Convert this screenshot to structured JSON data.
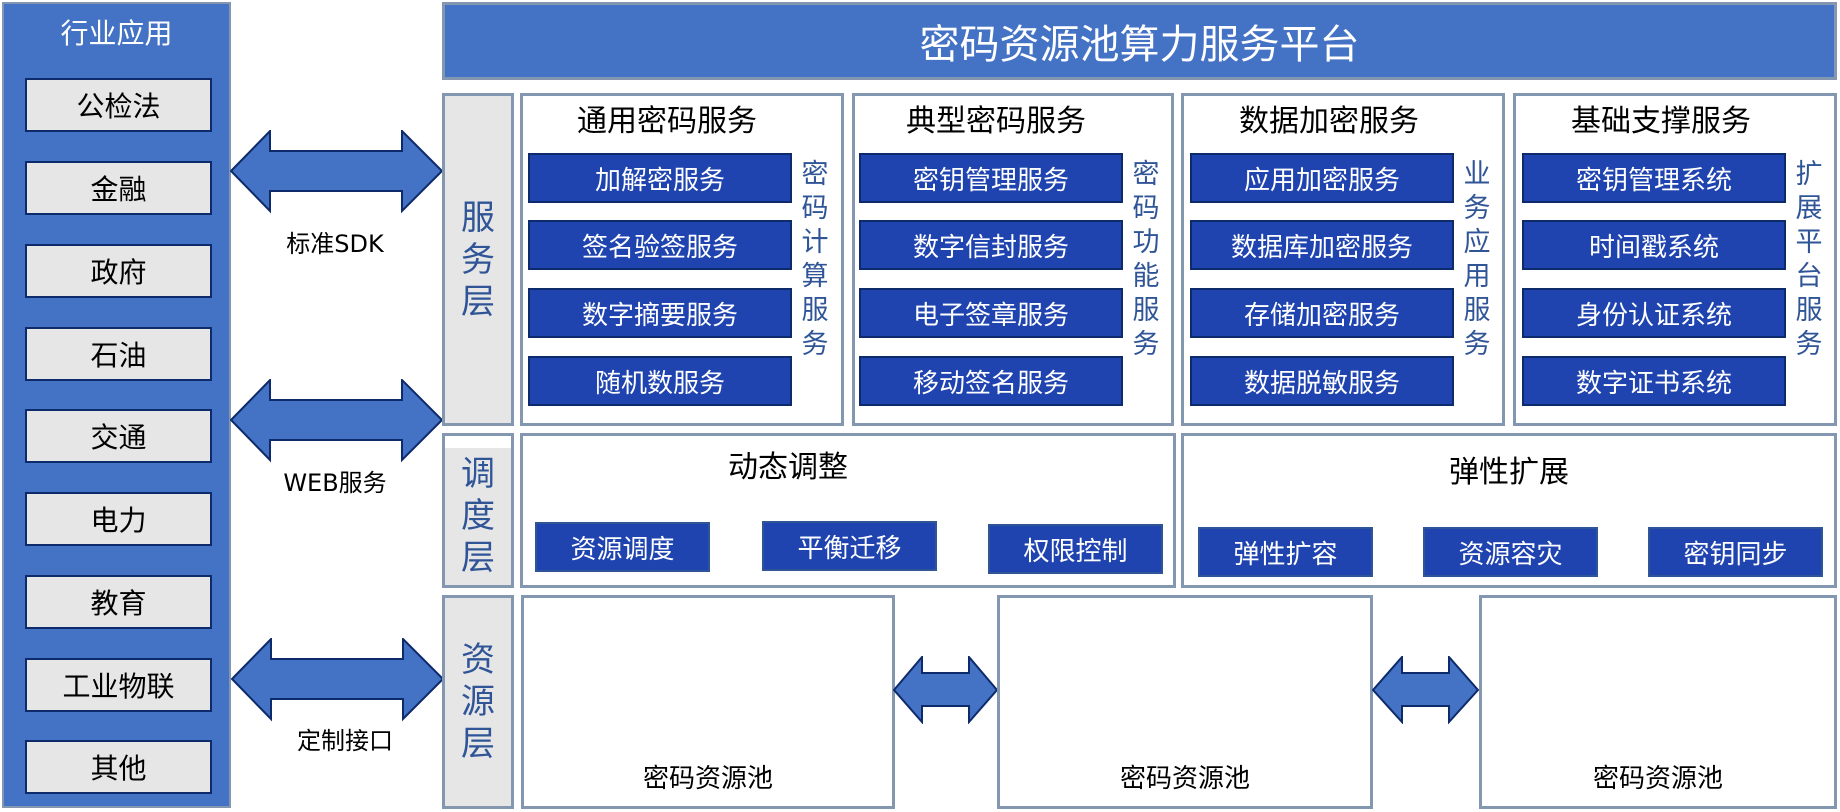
{
  "sidebar": {
    "title": "行业应用",
    "items": [
      "公检法",
      "金融",
      "政府",
      "石油",
      "交通",
      "电力",
      "教育",
      "工业物联",
      "其他"
    ]
  },
  "connectors": [
    {
      "label": "标准SDK"
    },
    {
      "label": "WEB服务"
    },
    {
      "label": "定制接口"
    }
  ],
  "header": {
    "title": "密码资源池算力服务平台"
  },
  "layers": {
    "service": {
      "label": "服务层",
      "groups": [
        {
          "title": "通用密码服务",
          "items": [
            "加解密服务",
            "签名验签服务",
            "数字摘要服务",
            "随机数服务"
          ],
          "side_label": "密码计算服务"
        },
        {
          "title": "典型密码服务",
          "items": [
            "密钥管理服务",
            "数字信封服务",
            "电子签章服务",
            "移动签名服务"
          ],
          "side_label": "密码功能服务"
        },
        {
          "title": "数据加密服务",
          "items": [
            "应用加密服务",
            "数据库加密服务",
            "存储加密服务",
            "数据脱敏服务"
          ],
          "side_label": "业务应用服务"
        },
        {
          "title": "基础支撑服务",
          "items": [
            "密钥管理系统",
            "时间戳系统",
            "身份认证系统",
            "数字证书系统"
          ],
          "side_label": "扩展平台服务"
        }
      ]
    },
    "schedule": {
      "label": "调度层",
      "sections": [
        {
          "title": "动态调整",
          "items": [
            "资源调度",
            "平衡迁移",
            "权限控制"
          ]
        },
        {
          "title": "弹性扩展",
          "items": [
            "弹性扩容",
            "资源容灾",
            "密钥同步"
          ]
        }
      ]
    },
    "resource": {
      "label": "资源层",
      "pools": [
        {
          "label": "密码资源池"
        },
        {
          "label": "密码资源池"
        },
        {
          "label": "密码资源池"
        }
      ]
    }
  },
  "colors": {
    "primary_blue": "#4472c4",
    "button_blue": "#1f44b0",
    "border_gray": "#8497b0",
    "label_gray": "#e7e6e6",
    "label_text_blue": "#2f5597"
  }
}
